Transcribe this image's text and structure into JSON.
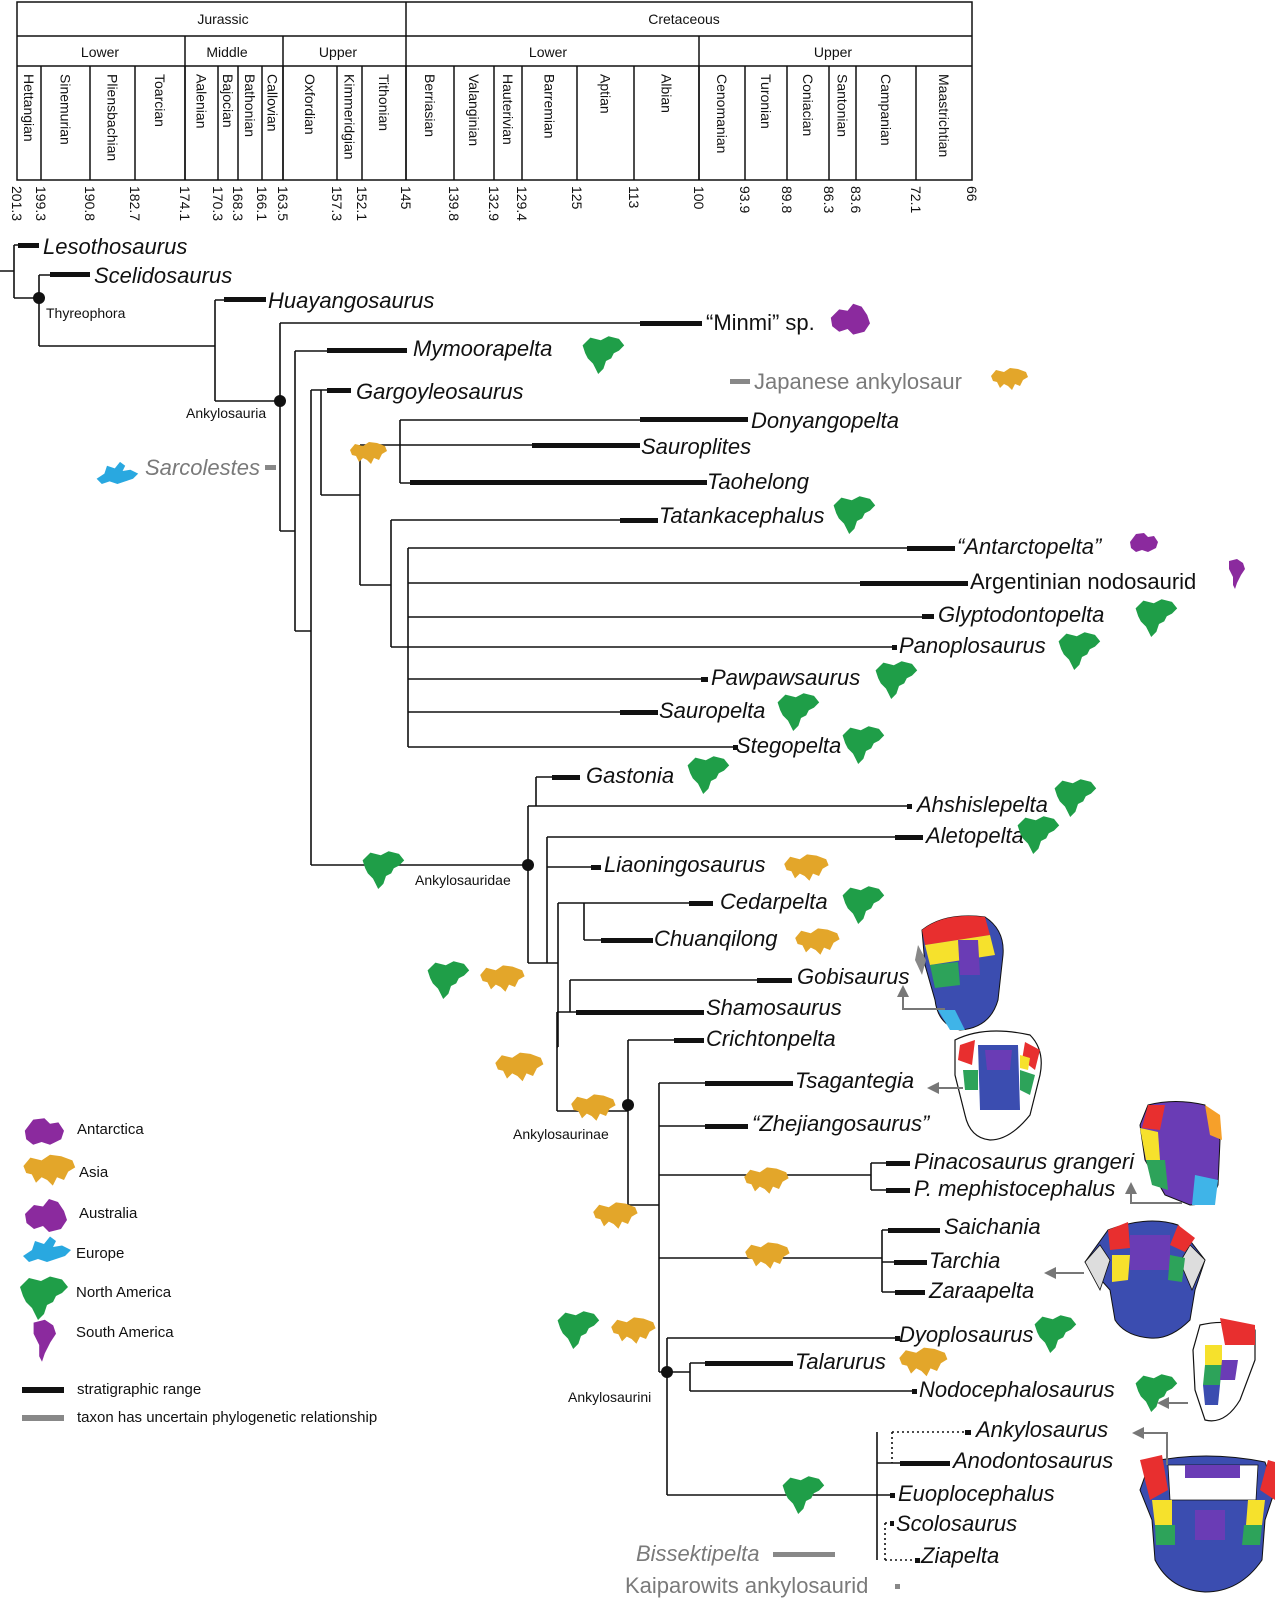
{
  "timescale": {
    "periods": [
      "Jurassic",
      "Cretaceous"
    ],
    "epochs": [
      "Lower",
      "Middle",
      "Upper",
      "Lower",
      "Upper"
    ],
    "stages": [
      "Hettangian",
      "Sinemurian",
      "Pliensbachian",
      "Toarcian",
      "Aalenian",
      "Bajocian",
      "Bathonian",
      "Callovian",
      "Oxfordian",
      "Kimmeridgian",
      "Tithonian",
      "Berriasian",
      "Valanginian",
      "Hauterivian",
      "Barremian",
      "Aptian",
      "Albian",
      "Cenomanian",
      "Turonian",
      "Coniacian",
      "Santonian",
      "Campanian",
      "Maastrichtian"
    ],
    "ages": [
      "201.3",
      "199.3",
      "190.8",
      "182.7",
      "174.1",
      "170.3",
      "168.3",
      "166.1",
      "163.5",
      "157.3",
      "152.1",
      "145",
      "139.8",
      "132.9",
      "129.4",
      "125",
      "113",
      "100",
      "93.9",
      "89.8",
      "86.3",
      "83.6",
      "72.1",
      "66"
    ]
  },
  "taxa": {
    "lesothosaurus": "Lesothosaurus",
    "scelidosaurus": "Scelidosaurus",
    "huayangosaurus": "Huayangosaurus",
    "minmi": "“Minmi” sp.",
    "mymoorapelta": "Mymoorapelta",
    "japanese": "Japanese ankylosaur",
    "gargoyleosaurus": "Gargoyleosaurus",
    "donyangopelta": "Donyangopelta",
    "sauroplites": "Sauroplites",
    "taohelong": "Taohelong",
    "sarcolestes": "Sarcolestes",
    "tatankacephalus": "Tatankacephalus",
    "antarctopelta": "“Antarctopelta”",
    "argentinian": "Argentinian nodosaurid",
    "glyptodontopelta": "Glyptodontopelta",
    "panoplosaurus": "Panoplosaurus",
    "pawpawsaurus": "Pawpawsaurus",
    "sauropelta": "Sauropelta",
    "stegopelta": "Stegopelta",
    "gastonia": "Gastonia",
    "ahshislepelta": "Ahshislepelta",
    "aletopelta": "Aletopelta",
    "liaoningosaurus": "Liaoningosaurus",
    "cedarpelta": "Cedarpelta",
    "chuanqilong": "Chuanqilong",
    "gobisaurus": "Gobisaurus",
    "shamosaurus": "Shamosaurus",
    "crichtonpelta": "Crichtonpelta",
    "tsagantegia": "Tsagantegia",
    "zhejiangosaurus": "“Zhejiangosaurus”",
    "pinacosaurus": "Pinacosaurus grangeri",
    "mephistocephalus": "P. mephistocephalus",
    "saichania": "Saichania",
    "tarchia": "Tarchia",
    "zaraapelta": "Zaraapelta",
    "dyoplosaurus": "Dyoplosaurus",
    "talarurus": "Talarurus",
    "nodocephalosaurus": "Nodocephalosaurus",
    "ankylosaurus": "Ankylosaurus",
    "anodontosaurus": "Anodontosaurus",
    "euoplocephalus": "Euoplocephalus",
    "scolosaurus": "Scolosaurus",
    "ziapelta": "Ziapelta",
    "bissektipelta": "Bissektipelta",
    "kaiparowits": "Kaiparowits ankylosaurid"
  },
  "clades": {
    "thyreophora": "Thyreophora",
    "ankylosauria": "Ankylosauria",
    "ankylosauridae": "Ankylosauridae",
    "ankylosaurinae": "Ankylosaurinae",
    "ankylosaurini": "Ankylosaurini"
  },
  "legend": {
    "antarctica": "Antarctica",
    "asia": "Asia",
    "australia": "Australia",
    "europe": "Europe",
    "north_america": "North America",
    "south_america": "South America",
    "strat_range": "stratigraphic range",
    "uncertain": "taxon has uncertain phylogenetic relationship"
  },
  "colors": {
    "antarctica": "#8b2a9e",
    "asia": "#e3a62a",
    "australia": "#8b2a9e",
    "europe": "#29a8e0",
    "north_america": "#1f9e48",
    "south_america": "#8b2a9e",
    "range_bar": "#111111",
    "uncertain_bar": "#888888"
  }
}
